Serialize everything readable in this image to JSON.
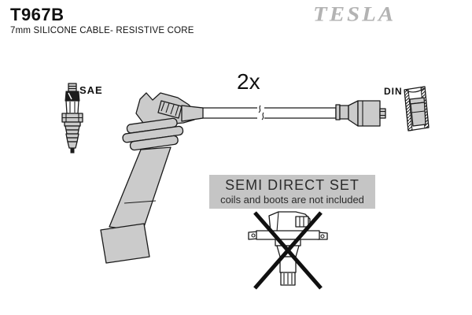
{
  "header": {
    "part_number": "T967B",
    "subtitle": "7mm SILICONE CABLE- RESISTIVE CORE",
    "brand": "TESLA"
  },
  "diagram": {
    "spark_plug_terminal_label": "SAE",
    "quantity_label": "2x",
    "din_terminal_label": "DIN",
    "icons": {
      "spark_plug": "spark-plug-icon",
      "cable_assembly": "coil-boot-cable-with-connector-icon",
      "din_cap": "din-terminal-cap-section-icon",
      "crossed_coil": "ignition-coil-crossed-out-icon"
    }
  },
  "notice_box": {
    "title": "SEMI DIRECT SET",
    "subtitle": "coils and boots are not included"
  },
  "colors": {
    "background": "#ffffff",
    "text": "#111111",
    "logo_gray": "#b3b3b3",
    "part_fill": "#cbcbcb",
    "outline": "#1a1a1a",
    "notice_box_bg": "#c5c5c5"
  }
}
